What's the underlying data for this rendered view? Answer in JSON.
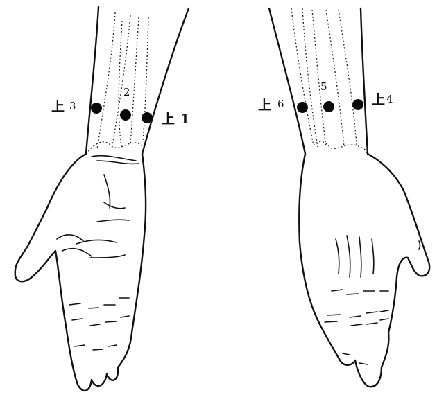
{
  "points": {
    "upper1": {
      "prefix": "上",
      "num": "1"
    },
    "upper2": {
      "num": "2"
    },
    "upper3": {
      "prefix": "上",
      "num": "3"
    },
    "upper4": {
      "prefix": "上",
      "num": "4"
    },
    "upper5": {
      "num": "5"
    },
    "upper6": {
      "prefix": "上",
      "num": "6"
    }
  },
  "colors": {
    "ink": "#111111",
    "paper": "#ffffff"
  }
}
